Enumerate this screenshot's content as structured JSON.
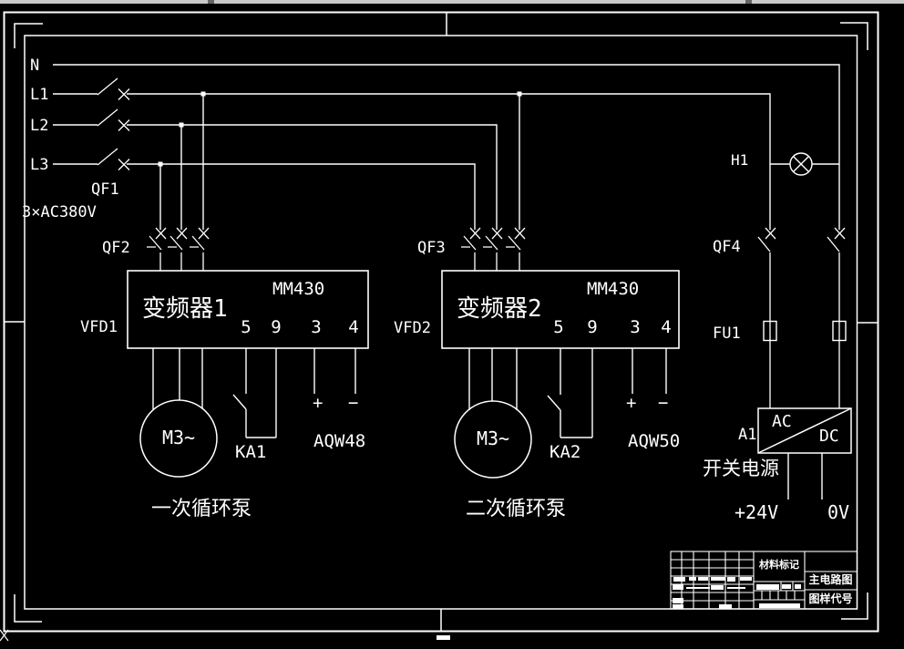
{
  "rails": {
    "n": "N",
    "l1": "L1",
    "l2": "L2",
    "l3": "L3",
    "supply": "3×AC380V"
  },
  "breakers": {
    "main": "QF1",
    "vfd1": "QF2",
    "vfd2": "QF3",
    "aux": "QF4"
  },
  "vfd1": {
    "tag": "VFD1",
    "name": "变频器1",
    "model": "MM430",
    "t1": "5",
    "t2": "9",
    "t3": "3",
    "t4": "4",
    "plus": "+",
    "minus": "−",
    "relay": "KA1",
    "analog": "AQW48",
    "motor": "M3~",
    "pump": "一次循环泵"
  },
  "vfd2": {
    "tag": "VFD2",
    "name": "变频器2",
    "model": "MM430",
    "t1": "5",
    "t2": "9",
    "t3": "3",
    "t4": "4",
    "plus": "+",
    "minus": "−",
    "relay": "KA2",
    "analog": "AQW50",
    "motor": "M3~",
    "pump": "二次循环泵"
  },
  "aux": {
    "lamp": "H1",
    "fuse": "FU1",
    "psu_tag": "A1",
    "psu_ac": "AC",
    "psu_dc": "DC",
    "psu_name": "开关电源",
    "out_pos": "+24V",
    "out_neg": "0V"
  },
  "title_block": {
    "material": "材料标记",
    "drawing_title": "主电路图",
    "code_label": "图样代号"
  },
  "colors": {
    "line": "#ffffff",
    "background": "#000000",
    "topbar": "#c9c9c9"
  }
}
